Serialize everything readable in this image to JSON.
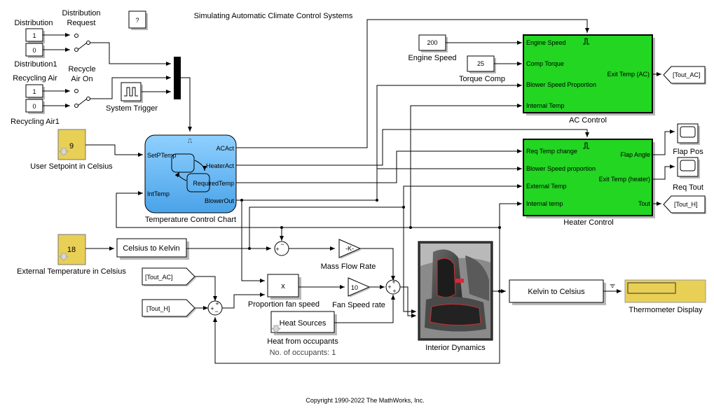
{
  "title": "Simulating Automatic Climate Control Systems",
  "help_button": "?",
  "copyright": "Copyright 1990-2022 The MathWorks, Inc.",
  "distribution": {
    "label": "Distribution",
    "value": "1",
    "label1": "Distribution1",
    "value1": "0",
    "switch_label_line1": "Distribution",
    "switch_label_line2": "Request"
  },
  "recycling": {
    "label": "Recycling Air",
    "value": "1",
    "label1": "Recycling Air1",
    "value1": "0",
    "switch_label_line1": "Recycle",
    "switch_label_line2": "Air On"
  },
  "system_trigger": "System Trigger",
  "user_setpoint": {
    "value": "9",
    "label": "User Setpoint in Celsius"
  },
  "external_temp": {
    "value": "18",
    "label": "External Temperature in Celsius"
  },
  "chart": {
    "label": "Temperature Control Chart",
    "inputs": [
      "SetPTemp",
      "IntTemp"
    ],
    "outputs": [
      "ACAct",
      "HeaterAct",
      "RequiredTemp",
      "BlowerOut"
    ]
  },
  "engine_speed": {
    "value": "200",
    "label": "Engine Speed"
  },
  "torque_comp": {
    "value": "25",
    "label": "Torque Comp"
  },
  "ac_control": {
    "label": "AC Control",
    "inputs": [
      "Engine Speed",
      "Comp Torque",
      "Blower Speed Proportion",
      "Internal Temp"
    ],
    "output": "Exit Temp (AC)"
  },
  "heater_control": {
    "label": "Heater Control",
    "inputs": [
      "Req Temp change",
      "Blower Speed proportion",
      "External Temp",
      "Internal temp"
    ],
    "outputs": [
      "Flap Angle",
      "Exit Temp (heater)",
      "Tout"
    ]
  },
  "goto_tags": {
    "ac": "[Tout_AC]",
    "heater": "[Tout_H]"
  },
  "from_tags": {
    "ac": "[Tout_AC]",
    "heater": "[Tout_H]"
  },
  "scopes": {
    "flap": "Flap Pos",
    "req": "Req Tout"
  },
  "celsius_to_kelvin": "Celsius to Kelvin",
  "kelvin_to_celsius": "Kelvin to Celsius",
  "gain": {
    "value": "-K-",
    "label": "Mass Flow Rate"
  },
  "fan_gain": {
    "value": "10",
    "label": "Fan Speed rate"
  },
  "product": {
    "value": "x",
    "label": "Proportion fan speed"
  },
  "heat_sources": {
    "value": "Heat Sources",
    "label": "Heat from occupants",
    "annotation": "No. of occupants: 1"
  },
  "interior": "Interior Dynamics",
  "thermometer": "Thermometer Display",
  "colors": {
    "stateflow": "#5aaff0",
    "subsystem": "#22d622",
    "constant": "#e8cf55"
  }
}
